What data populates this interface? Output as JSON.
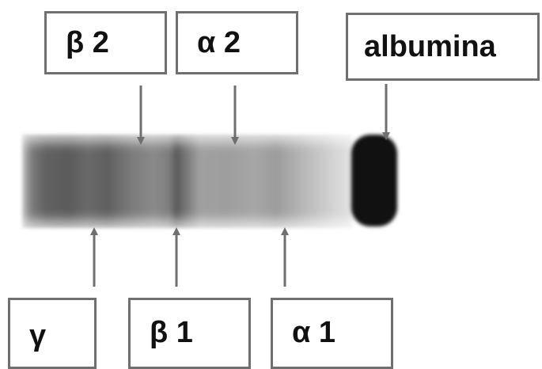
{
  "labels": {
    "beta2": "β 2",
    "alpha2": "α 2",
    "albumin": "albumina",
    "gamma": "γ",
    "beta1": "β 1",
    "alpha1": "α 1"
  },
  "colors": {
    "box_border": "#6f6f6f",
    "arrow": "#6f6f6f",
    "albumin_band": "#111111"
  }
}
